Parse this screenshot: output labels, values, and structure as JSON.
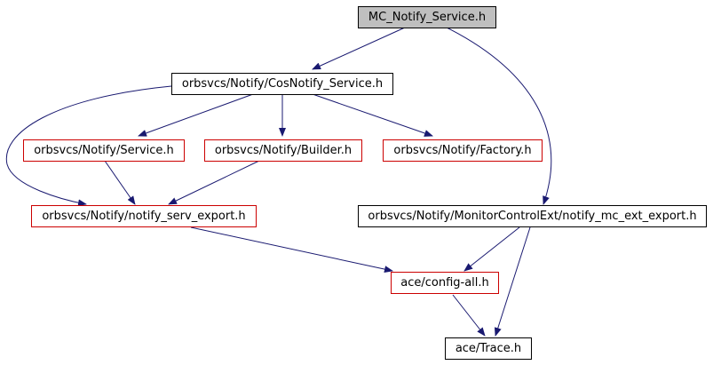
{
  "colors": {
    "root_fill": "#bfbfbf",
    "border_black": "#000000",
    "border_red": "#cc0000",
    "edge": "#191970"
  },
  "nodes": {
    "mc_notify_service": {
      "label": "MC_Notify_Service.h",
      "style": "root"
    },
    "cosnotify_service": {
      "label": "orbsvcs/Notify/CosNotify_Service.h",
      "style": "black"
    },
    "service": {
      "label": "orbsvcs/Notify/Service.h",
      "style": "red"
    },
    "builder": {
      "label": "orbsvcs/Notify/Builder.h",
      "style": "red"
    },
    "factory": {
      "label": "orbsvcs/Notify/Factory.h",
      "style": "red"
    },
    "notify_serv_export": {
      "label": "orbsvcs/Notify/notify_serv_export.h",
      "style": "red"
    },
    "notify_mc_ext_export": {
      "label": "orbsvcs/Notify/MonitorControlExt/notify_mc_ext_export.h",
      "style": "black"
    },
    "config_all": {
      "label": "ace/config-all.h",
      "style": "red"
    },
    "trace": {
      "label": "ace/Trace.h",
      "style": "black"
    }
  },
  "edges": [
    {
      "from": "mc_notify_service",
      "to": "cosnotify_service"
    },
    {
      "from": "mc_notify_service",
      "to": "notify_mc_ext_export"
    },
    {
      "from": "cosnotify_service",
      "to": "service"
    },
    {
      "from": "cosnotify_service",
      "to": "builder"
    },
    {
      "from": "cosnotify_service",
      "to": "factory"
    },
    {
      "from": "cosnotify_service",
      "to": "notify_serv_export"
    },
    {
      "from": "service",
      "to": "notify_serv_export"
    },
    {
      "from": "builder",
      "to": "notify_serv_export"
    },
    {
      "from": "notify_serv_export",
      "to": "config_all"
    },
    {
      "from": "notify_mc_ext_export",
      "to": "config_all"
    },
    {
      "from": "notify_mc_ext_export",
      "to": "trace"
    },
    {
      "from": "config_all",
      "to": "trace"
    }
  ]
}
